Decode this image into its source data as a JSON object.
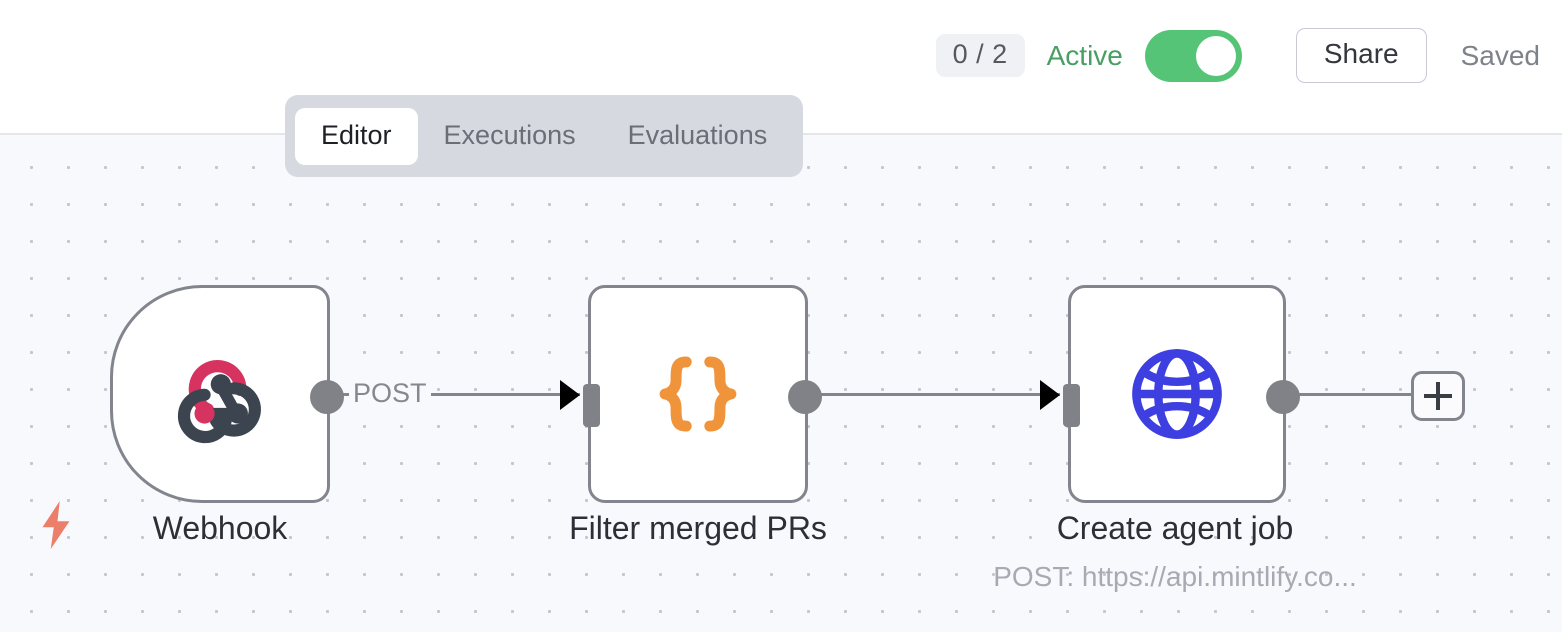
{
  "header": {
    "execution_count": "0 / 2",
    "active_label": "Active",
    "active_toggle_state": "on",
    "share_label": "Share",
    "saved_label": "Saved",
    "active_color": "#4a9e64",
    "toggle_on_color": "#55c476"
  },
  "tabs": [
    {
      "label": "Editor",
      "active": true
    },
    {
      "label": "Executions",
      "active": false
    },
    {
      "label": "Evaluations",
      "active": false
    }
  ],
  "canvas": {
    "background_color": "#f8f9fc",
    "dot_color": "#c3c6cf",
    "nodes": [
      {
        "title": "Webhook",
        "subtitle": "",
        "shape": "trigger",
        "icon": "webhook-icon",
        "icon_colors": {
          "primary": "#d63360",
          "secondary": "#3c444f"
        }
      },
      {
        "title": "Filter merged PRs",
        "subtitle": "",
        "shape": "square",
        "icon": "code-braces-icon",
        "icon_colors": {
          "primary": "#f0943c"
        }
      },
      {
        "title": "Create agent job",
        "subtitle": "POST: https://api.mintlify.co...",
        "shape": "square",
        "icon": "globe-icon",
        "icon_colors": {
          "primary": "#3d3fe0"
        }
      }
    ],
    "connections": [
      {
        "from": "Webhook",
        "to": "Filter merged PRs",
        "label": "POST"
      },
      {
        "from": "Filter merged PRs",
        "to": "Create agent job",
        "label": ""
      },
      {
        "from": "Create agent job",
        "to": "add-node-button",
        "label": ""
      }
    ],
    "add_node_label": "+",
    "trigger_bolt_color": "#ec7f6a"
  }
}
